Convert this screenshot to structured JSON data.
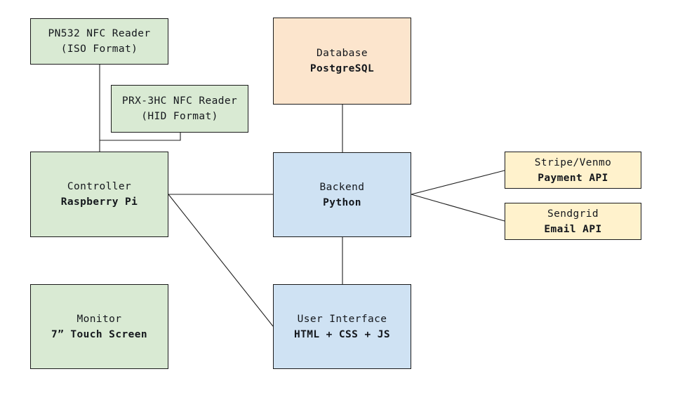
{
  "diagram": {
    "nodes": {
      "pn532": {
        "line1": "PN532 NFC Reader",
        "line2": "(ISO Format)"
      },
      "prx3hc": {
        "line1": "PRX-3HC NFC Reader",
        "line2": "(HID Format)"
      },
      "controller": {
        "line1": "Controller",
        "line2": "Raspberry Pi"
      },
      "monitor": {
        "line1": "Monitor",
        "line2": "7” Touch Screen"
      },
      "database": {
        "line1": "Database",
        "line2": "PostgreSQL"
      },
      "backend": {
        "line1": "Backend",
        "line2": "Python"
      },
      "ui": {
        "line1": "User Interface",
        "line2": "HTML + CSS + JS"
      },
      "payment": {
        "line1": "Stripe/Venmo",
        "line2": "Payment API"
      },
      "email": {
        "line1": "Sendgrid",
        "line2": "Email API"
      }
    },
    "edges": [
      {
        "from": "PN532 NFC Reader",
        "to": "Controller"
      },
      {
        "from": "PRX-3HC NFC Reader",
        "to": "Controller"
      },
      {
        "from": "Controller",
        "to": "Backend"
      },
      {
        "from": "Controller",
        "to": "User Interface"
      },
      {
        "from": "Database",
        "to": "Backend"
      },
      {
        "from": "Backend",
        "to": "User Interface"
      },
      {
        "from": "Backend",
        "to": "Stripe/Venmo Payment API"
      },
      {
        "from": "Backend",
        "to": "Sendgrid Email API"
      }
    ],
    "colors": {
      "hardware_fill": "#d9ead3",
      "software_fill": "#cfe2f3",
      "database_fill": "#fce5cd",
      "external_api_fill": "#fff2cc",
      "border": "#1b1b1b",
      "connector": "#1f1f1f",
      "text": "#14171c",
      "background": "#ffffff"
    }
  }
}
